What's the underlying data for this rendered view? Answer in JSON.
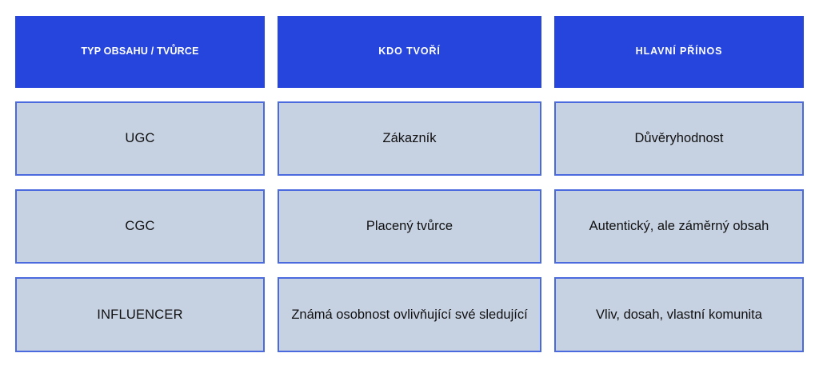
{
  "table": {
    "columns": [
      {
        "header": "TYP OBSAHU / TVŮRCE"
      },
      {
        "header": "KDO TVOŘÍ"
      },
      {
        "header": "HLAVNÍ PŘÍNOS"
      }
    ],
    "rows": [
      {
        "type": "UGC",
        "creator": "Zákazník",
        "benefit": "Důvěryhodnost"
      },
      {
        "type": "CGC",
        "creator": "Placený tvůrce",
        "benefit": "Autentický, ale záměrný obsah"
      },
      {
        "type": "INFLUENCER",
        "creator": "Známá osobnost ovlivňující své sledující",
        "benefit": "Vliv, dosah, vlastní komunita"
      }
    ]
  },
  "colors": {
    "header_background": "#2645DC",
    "header_text": "#FFFFFF",
    "cell_background": "#C6D1E2",
    "cell_border": "#4A6ADE",
    "cell_text": "#111111",
    "page_background": "#FFFFFF"
  }
}
